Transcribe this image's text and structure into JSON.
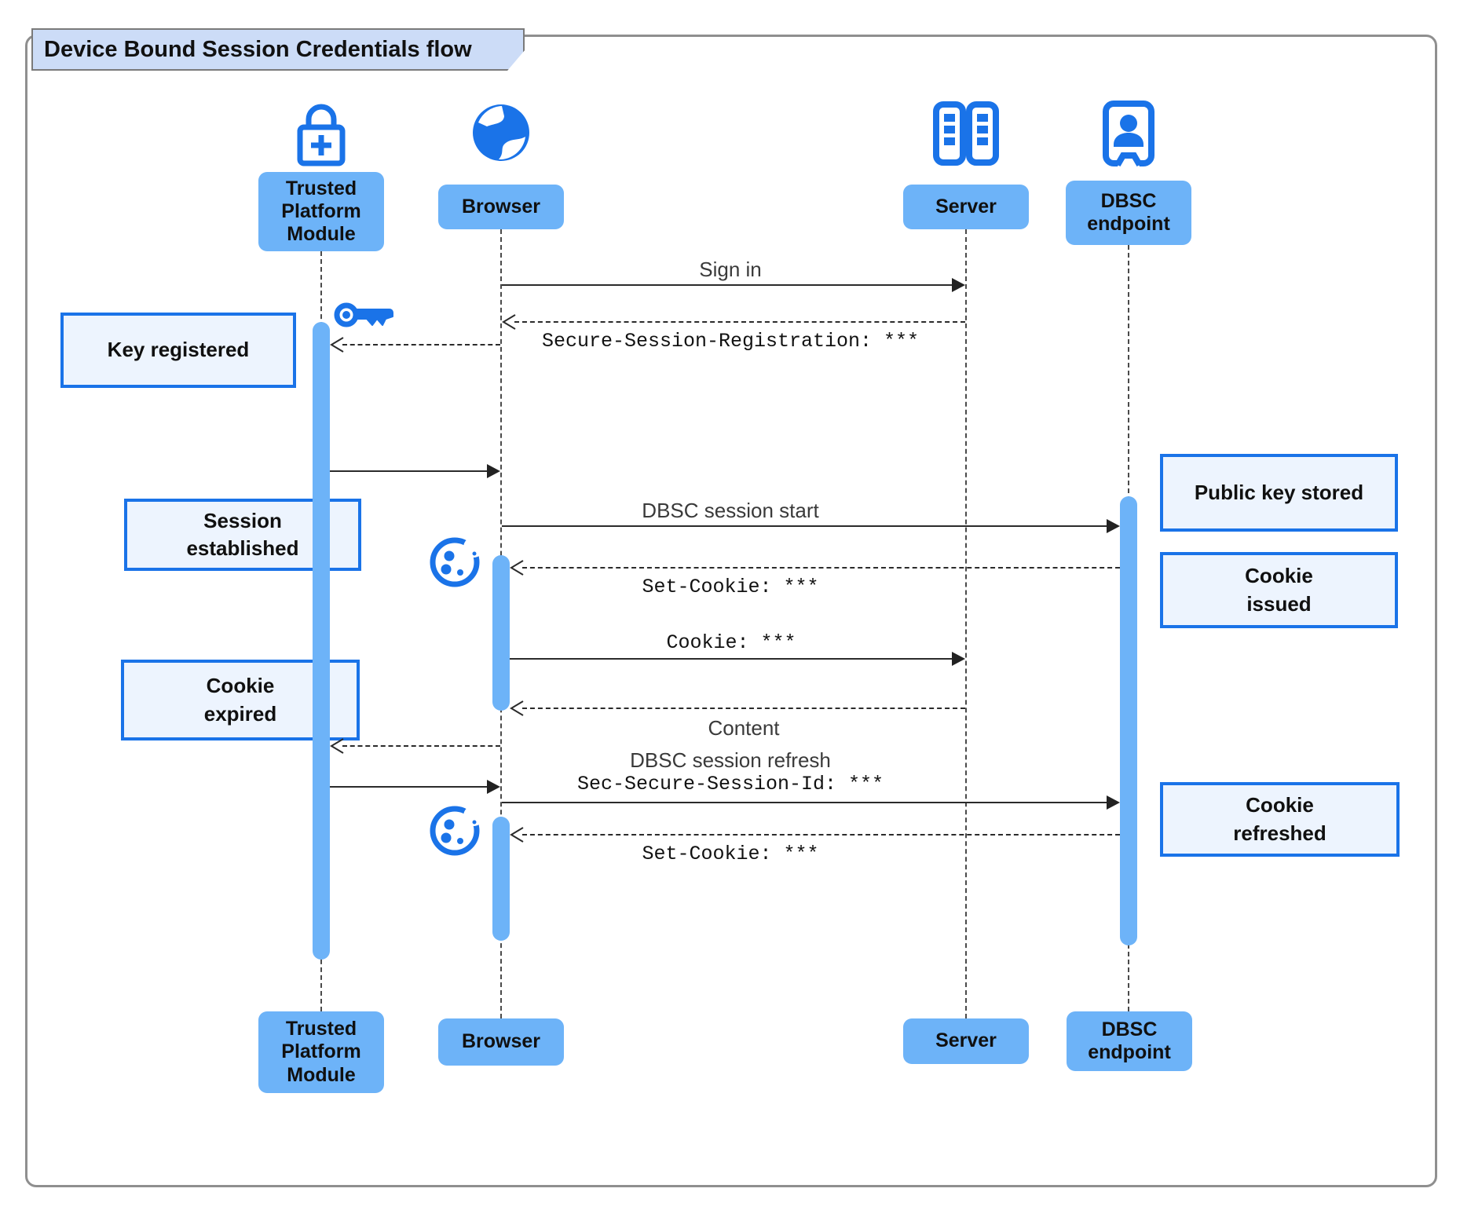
{
  "title": "Device Bound Session Credentials flow",
  "participants": [
    {
      "id": "tpm",
      "label": "Trusted\nPlatform\nModule",
      "icon": "lock-plus-icon"
    },
    {
      "id": "browser",
      "label": "Browser",
      "icon": "globe-icon"
    },
    {
      "id": "server",
      "label": "Server",
      "icon": "server-rack-icon"
    },
    {
      "id": "dbsc",
      "label": "DBSC\nendpoint",
      "icon": "person-door-icon"
    }
  ],
  "messages": [
    {
      "label": "Sign in",
      "from": "Browser",
      "to": "Server",
      "style": "solid"
    },
    {
      "label": "Secure-Session-Registration: ***",
      "from": "Server",
      "to": "Browser",
      "style": "dashed"
    },
    {
      "label": "",
      "from": "Browser",
      "to": "Trusted Platform Module",
      "style": "dashed"
    },
    {
      "label": "",
      "from": "Trusted Platform Module",
      "to": "Browser",
      "style": "solid"
    },
    {
      "label": "DBSC session start",
      "from": "Browser",
      "to": "DBSC endpoint",
      "style": "solid"
    },
    {
      "label": "Set-Cookie: ***",
      "from": "DBSC endpoint",
      "to": "Browser",
      "style": "dashed"
    },
    {
      "label": "Cookie: ***",
      "from": "Browser",
      "to": "Server",
      "style": "solid"
    },
    {
      "label": "Content",
      "from": "Server",
      "to": "Browser",
      "style": "dashed"
    },
    {
      "label": "",
      "from": "Browser",
      "to": "Trusted Platform Module",
      "style": "dashed"
    },
    {
      "label": "",
      "from": "Trusted Platform Module",
      "to": "Browser",
      "style": "solid"
    },
    {
      "label": "DBSC session refresh",
      "label2": "Sec-Secure-Session-Id: ***",
      "from": "Browser",
      "to": "DBSC endpoint",
      "style": "solid"
    },
    {
      "label": "Set-Cookie: ***",
      "from": "DBSC endpoint",
      "to": "Browser",
      "style": "dashed"
    }
  ],
  "notes": [
    {
      "text": "Key registered",
      "side": "left"
    },
    {
      "text": "Session\nestablished",
      "side": "left"
    },
    {
      "text": "Cookie\nexpired",
      "side": "left"
    },
    {
      "text": "Public key stored",
      "side": "right"
    },
    {
      "text": "Cookie\nissued",
      "side": "right"
    },
    {
      "text": "Cookie\nrefreshed",
      "side": "right"
    }
  ],
  "colors": {
    "accent": "#1a73e8",
    "participant_fill": "#6db3f8",
    "note_fill": "#edf4fe",
    "note_border": "#1a73e8",
    "title_fill": "#ccdcf7",
    "line": "#2b2b2b"
  }
}
